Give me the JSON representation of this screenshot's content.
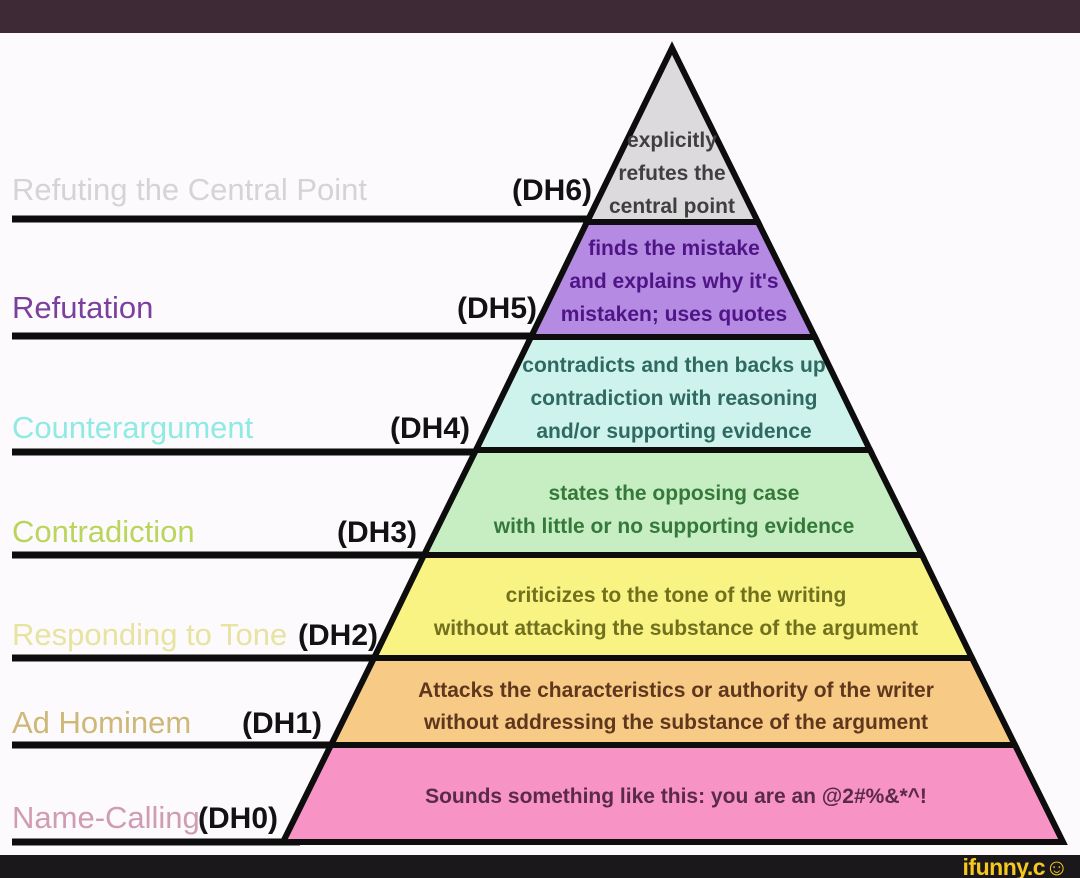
{
  "frame": {
    "bg_color": "#fcfafc",
    "top_bar_color": "#3e2a36",
    "bottom_bar_color": "#1b181b",
    "watermark": "ifunny.c☺",
    "watermark_color": "#f6c81f"
  },
  "levels": [
    {
      "code": "(DH6)",
      "label": "Refuting the Central Point",
      "label_color": "#d6d3d6",
      "fill": "#dcdadc",
      "text_color": "#3f3f3f",
      "desc": [
        "explicitly",
        "refutes the",
        "central point"
      ]
    },
    {
      "code": "(DH5)",
      "label": "Refutation",
      "label_color": "#7d3f9d",
      "fill": "#b58ae2",
      "text_color": "#4f1587",
      "desc": [
        "finds the mistake",
        "and explains why it's",
        "mistaken; uses quotes"
      ]
    },
    {
      "code": "(DH4)",
      "label": "Counterargument",
      "label_color": "#8feae4",
      "fill": "#cef2ec",
      "text_color": "#2f6a60",
      "desc": [
        "contradicts and then backs up",
        "contradiction with reasoning",
        "and/or supporting evidence"
      ]
    },
    {
      "code": "(DH3)",
      "label": "Contradiction",
      "label_color": "#b9d55c",
      "fill": "#c6eec2",
      "text_color": "#35793a",
      "desc": [
        "states the opposing case",
        "with little or no supporting evidence"
      ]
    },
    {
      "code": "(DH2)",
      "label": "Responding to Tone",
      "label_color": "#e7e3a1",
      "fill": "#f8f382",
      "text_color": "#70701f",
      "desc": [
        "criticizes to the tone of the writing",
        "without attacking the substance of the argument"
      ]
    },
    {
      "code": "(DH1)",
      "label": "Ad Hominem",
      "label_color": "#cdb878",
      "fill": "#f7ca86",
      "text_color": "#5f371d",
      "desc": [
        "Attacks the  characteristics or authority of the writer",
        "without addressing the substance of the argument"
      ]
    },
    {
      "code": "(DH0)",
      "label": "Name-Calling",
      "label_color": "#d09cb2",
      "fill": "#f893c6",
      "text_color": "#5a2a4a",
      "desc": [
        "Sounds something like this: you are an @2#%&*^!"
      ]
    }
  ]
}
